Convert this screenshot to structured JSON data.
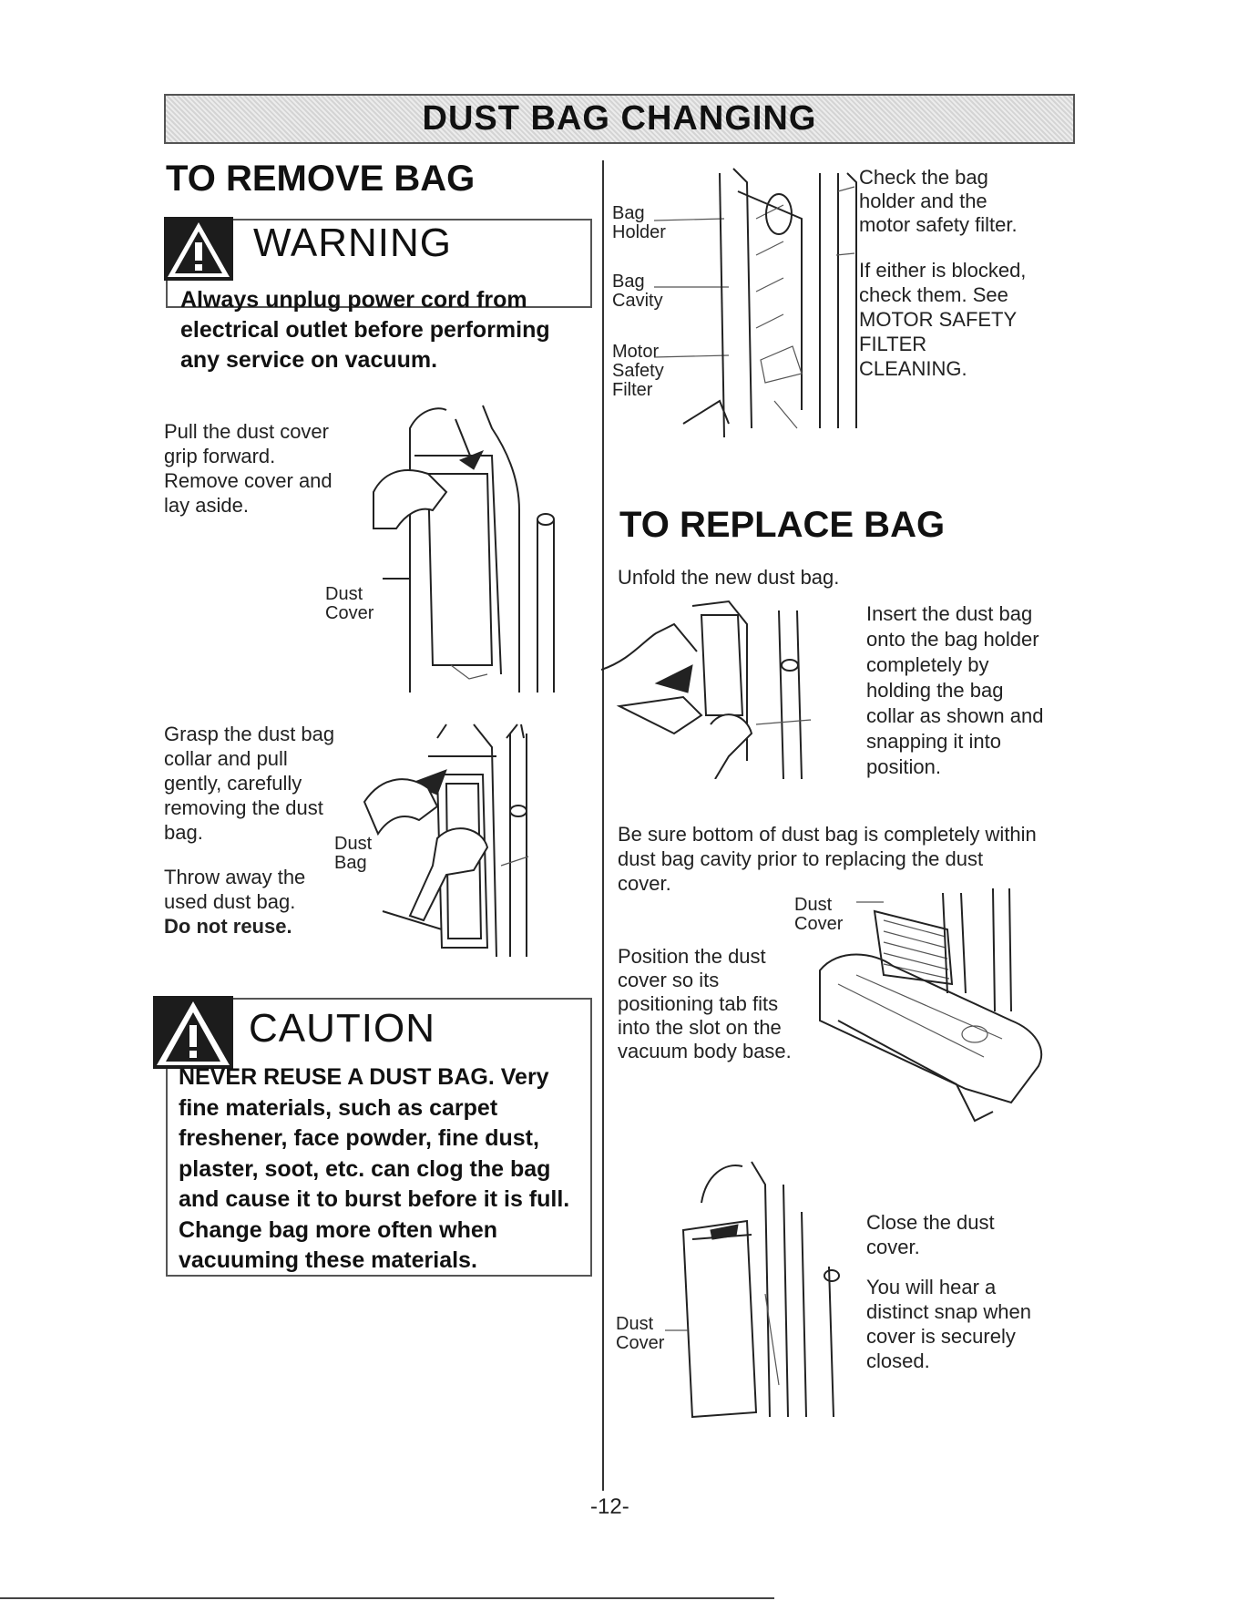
{
  "page": {
    "banner_title": "DUST BAG CHANGING",
    "page_number": "-12-"
  },
  "remove": {
    "heading": "TO REMOVE BAG",
    "warning": {
      "word": "WARNING",
      "text": "Always unplug power cord from electrical outlet before performing any service on vacuum."
    },
    "step1": {
      "lines": [
        "Pull the dust cover",
        "grip forward.",
        "Remove cover and",
        "lay aside."
      ],
      "label": [
        "Dust",
        "Cover"
      ]
    },
    "step2": {
      "lines": [
        "Grasp the dust bag",
        "collar and pull",
        "gently, carefully",
        "removing the dust",
        "bag."
      ],
      "label": [
        "Dust",
        "Bag"
      ],
      "throw_lines": [
        "Throw away the",
        "used dust bag."
      ],
      "emphasis": "Do not reuse."
    },
    "caution": {
      "word": "CAUTION",
      "text": "NEVER REUSE A DUST BAG. Very fine materials, such as carpet freshener, face powder, fine dust, plaster, soot, etc. can clog the bag and cause it to burst before it is full. Change bag more often when vacuuming these materials."
    }
  },
  "check": {
    "labels": {
      "bag_holder": [
        "Bag",
        "Holder"
      ],
      "bag_cavity": [
        "Bag",
        "Cavity"
      ],
      "motor_filter": [
        "Motor",
        "Safety",
        "Filter"
      ]
    },
    "para1": [
      "Check the bag",
      "holder and the",
      "motor safety filter."
    ],
    "para2": [
      "If either is blocked,",
      "check them. See",
      "MOTOR SAFETY",
      "FILTER",
      "CLEANING."
    ]
  },
  "replace": {
    "heading": "TO REPLACE BAG",
    "unfold": "Unfold the new dust bag.",
    "insert": [
      "Insert the dust bag",
      "onto the bag holder",
      "completely by",
      "holding the bag",
      "collar as shown and",
      "snapping it into",
      "position."
    ],
    "be_sure": [
      "Be sure bottom of dust bag is completely within",
      "dust bag cavity prior to replacing the dust",
      "cover."
    ],
    "position_label": [
      "Dust",
      "Cover"
    ],
    "position": [
      "Position the dust",
      "cover so its",
      "positioning tab fits",
      "into the slot on the",
      "vacuum body base."
    ],
    "close_label": [
      "Dust",
      "Cover"
    ],
    "close1": [
      "Close the dust",
      "cover."
    ],
    "close2": [
      "You will hear a",
      "distinct snap when",
      "cover is securely",
      "closed."
    ]
  }
}
